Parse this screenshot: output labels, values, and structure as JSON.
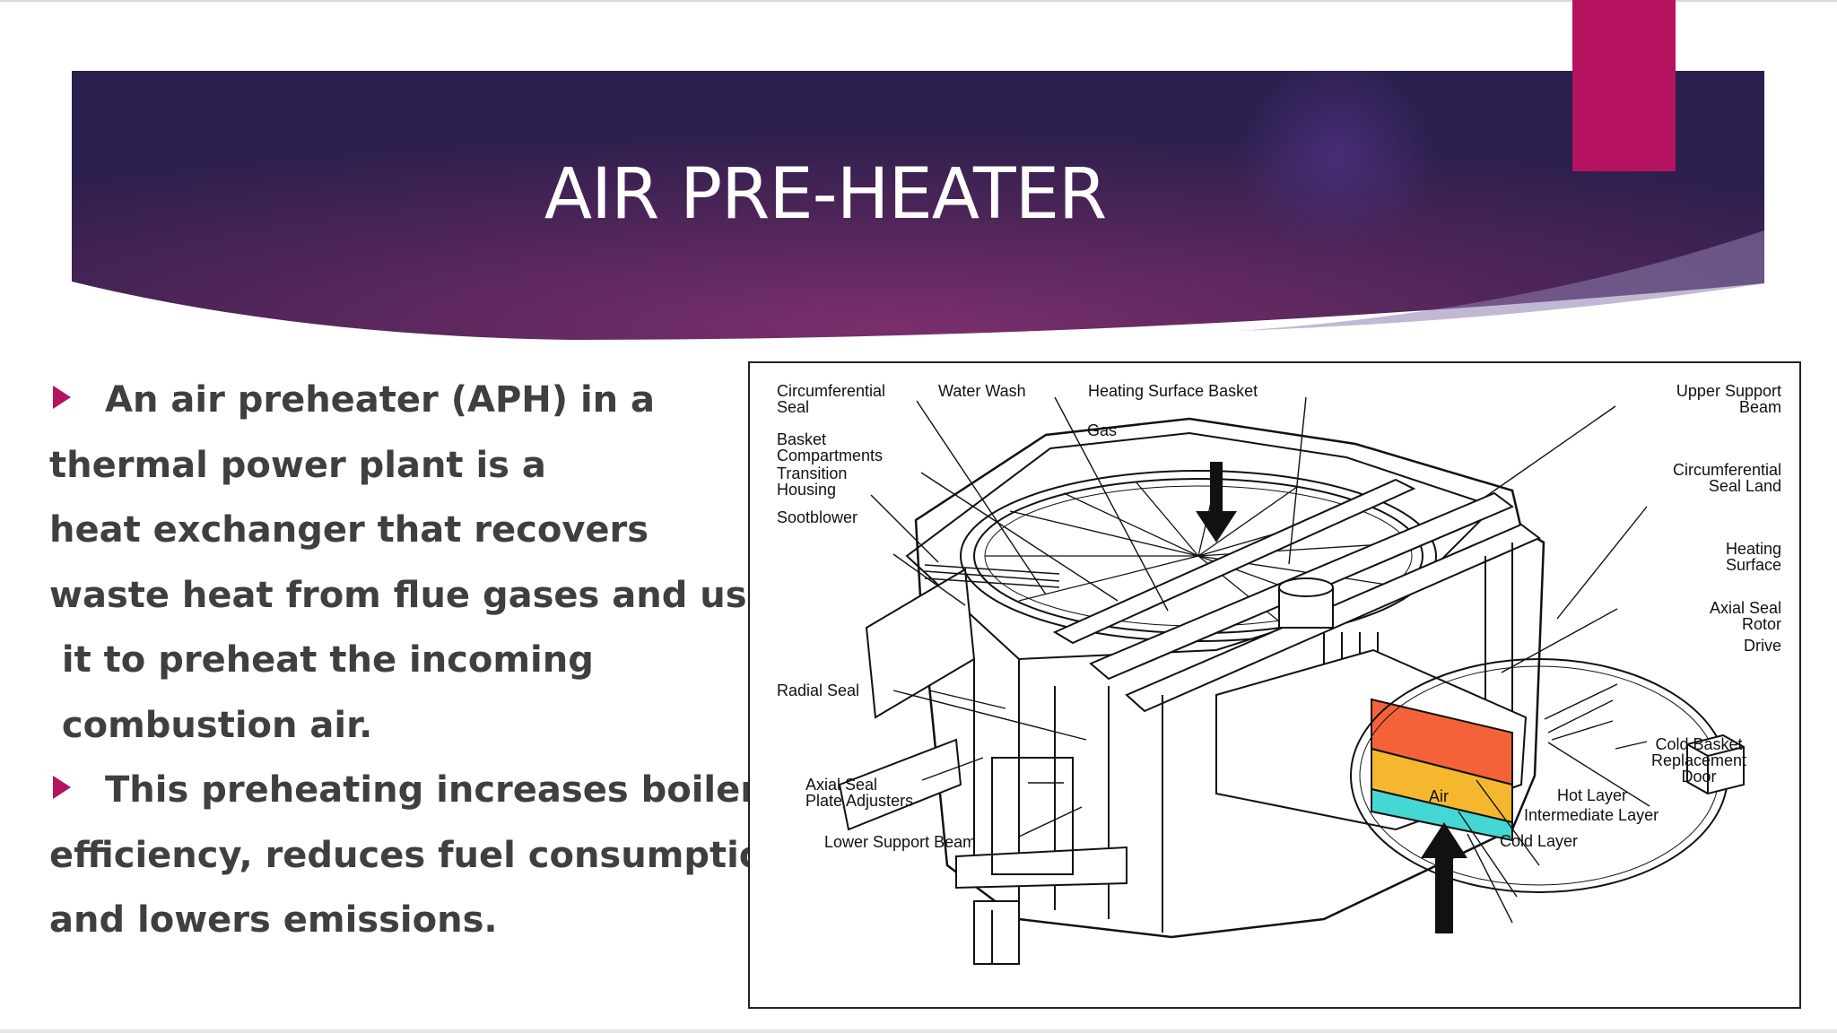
{
  "slide": {
    "title": "AIR PRE-HEATER",
    "colors": {
      "banner_dark": "#2a1f4d",
      "banner_mid": "#6b2b62",
      "accent": "#b5135f",
      "body_text": "#3f3f3f"
    },
    "bullets": [
      {
        "lines": [
          "An air preheater (APH) in a",
          "thermal power plant is a",
          "heat exchanger that recovers",
          "waste heat from flue gases and uses",
          " it to preheat the incoming",
          " combustion air."
        ]
      },
      {
        "lines": [
          "This preheating increases boiler",
          "efficiency, reduces fuel consumption,",
          "and lowers emissions."
        ]
      }
    ]
  },
  "diagram": {
    "labels": {
      "circumferential_seal": "Circumferential\nSeal",
      "water_wash": "Water Wash",
      "heating_surface_basket": "Heating Surface Basket",
      "upper_support_beam": "Upper Support\nBeam",
      "gas": "Gas",
      "basket_compartments": "Basket\nCompartments",
      "transition_housing": "Transition\nHousing",
      "sootblower": "Sootblower",
      "circumferential_seal_land": "Circumferential\nSeal Land",
      "heating_surface": "Heating\nSurface",
      "axial_seal": "Axial Seal",
      "rotor": "Rotor",
      "drive": "Drive",
      "radial_seal": "Radial Seal",
      "cold_basket_replacement_door": "Cold Basket\nReplacement\nDoor",
      "axial_seal_plate_adjusters": "Axial Seal\nPlate Adjusters",
      "air": "Air",
      "hot_layer": "Hot Layer",
      "intermediate_layer": "Intermediate Layer",
      "cold_layer": "Cold Layer",
      "lower_support_beam": "Lower Support Beam"
    },
    "layer_colors": {
      "hot": "#f4623a",
      "intermediate": "#f5b72e",
      "cold": "#45d7d4"
    }
  }
}
